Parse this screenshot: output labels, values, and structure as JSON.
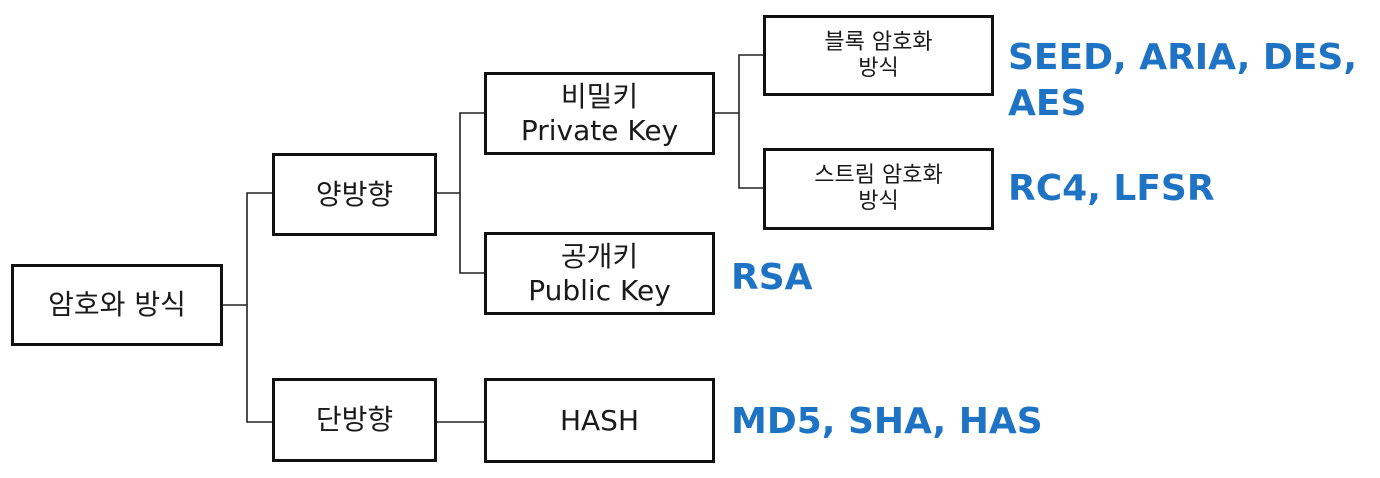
{
  "nodes": {
    "root": "암호와 방식",
    "bidirectional": "양방향",
    "unidirectional": "단방향",
    "private_key": {
      "line1": "비밀키",
      "line2": "Private Key"
    },
    "public_key": {
      "line1": "공개키",
      "line2": "Public Key"
    },
    "hash": "HASH",
    "block_cipher": {
      "line1": "블록 암호화",
      "line2": "방식"
    },
    "stream_cipher": {
      "line1": "스트림 암호화",
      "line2": "방식"
    }
  },
  "notes": {
    "block_examples": {
      "line1": "SEED, ARIA, DES,",
      "line2": "AES"
    },
    "stream_examples": "RC4, LFSR",
    "public_examples": "RSA",
    "hash_examples": "MD5, SHA, HAS"
  },
  "colors": {
    "note_text": "#1f73c4",
    "box_border": "#111111"
  }
}
